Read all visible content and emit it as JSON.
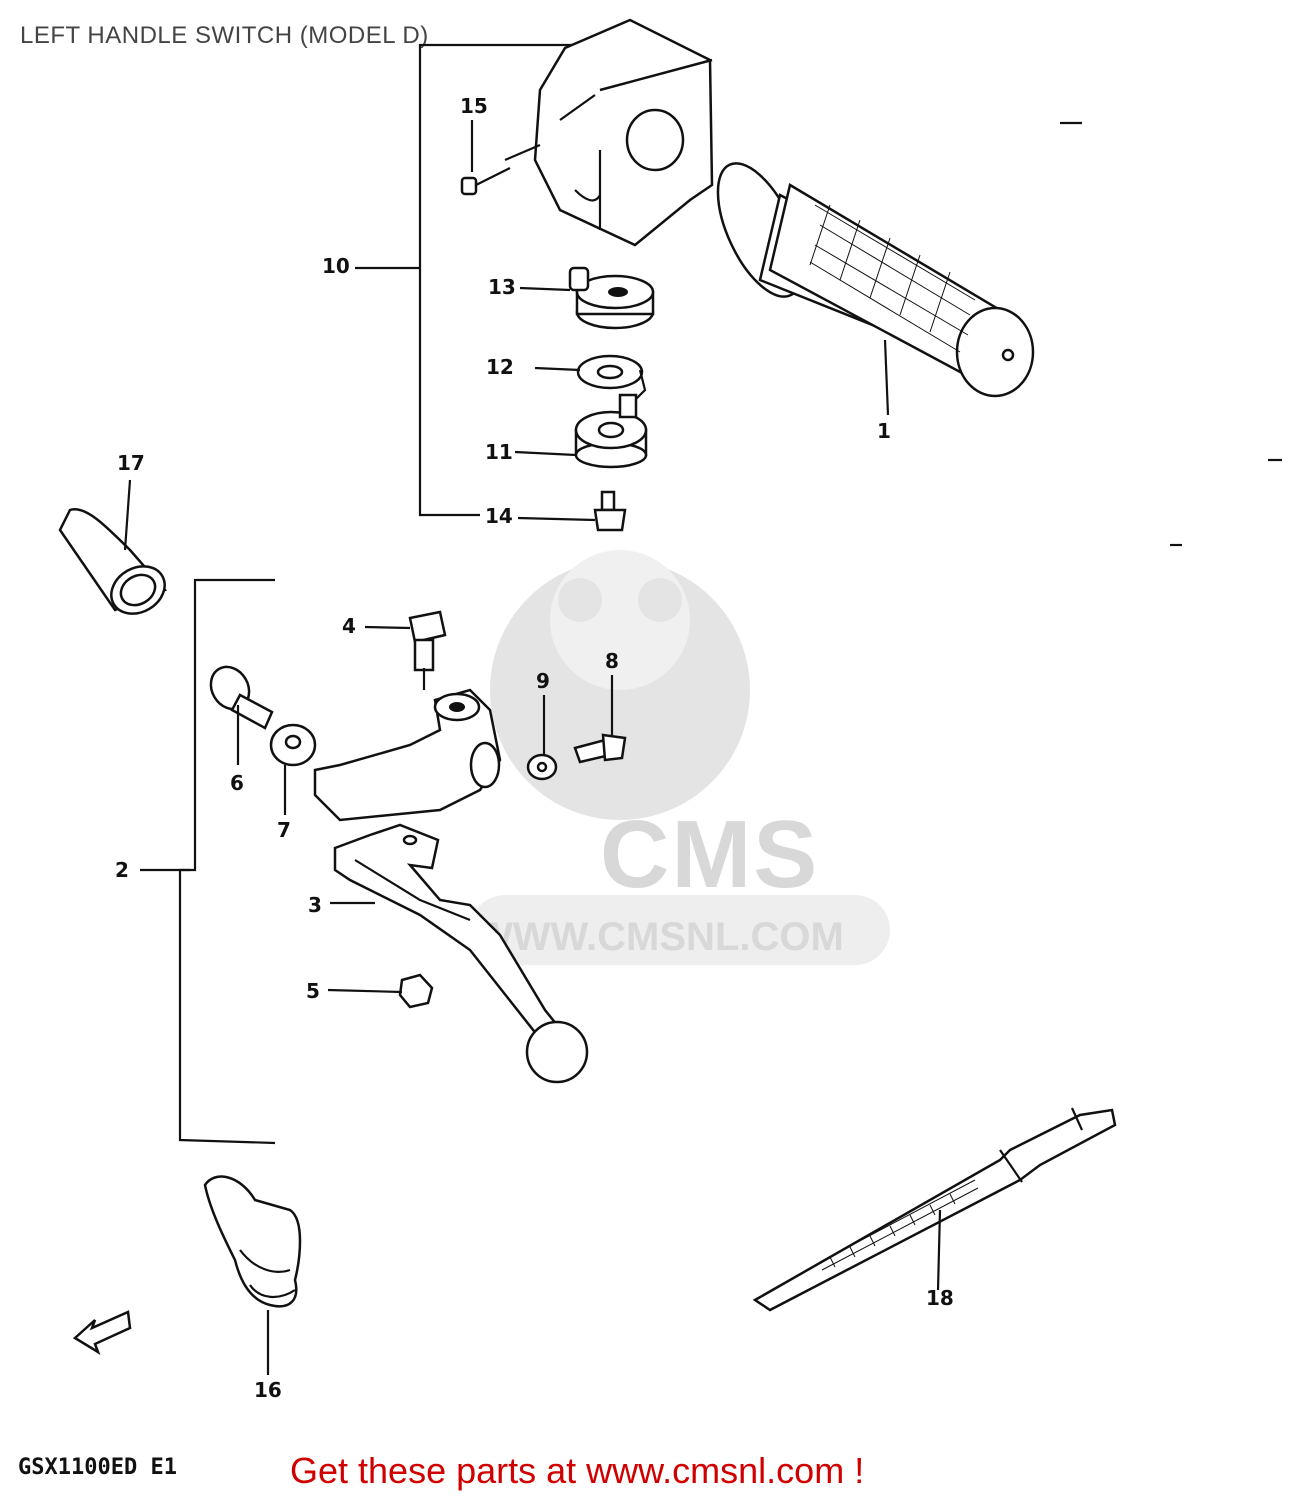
{
  "title": "LEFT HANDLE SWITCH (MODEL D)",
  "model_code": "GSX1100ED E1",
  "footer_link": "Get these parts at www.cmsnl.com !",
  "watermark": {
    "brand": "CMS",
    "url": "WWW.CMSNL.COM"
  },
  "callouts": {
    "p1": "1",
    "p2": "2",
    "p3": "3",
    "p4": "4",
    "p5": "5",
    "p6": "6",
    "p7": "7",
    "p8": "8",
    "p9": "9",
    "p10": "10",
    "p11": "11",
    "p12": "12",
    "p13": "13",
    "p14": "14",
    "p15": "15",
    "p16": "16",
    "p17": "17",
    "p18": "18"
  },
  "colors": {
    "link": "#d10000",
    "ink": "#111111",
    "watermark": "#d8d8d8"
  }
}
